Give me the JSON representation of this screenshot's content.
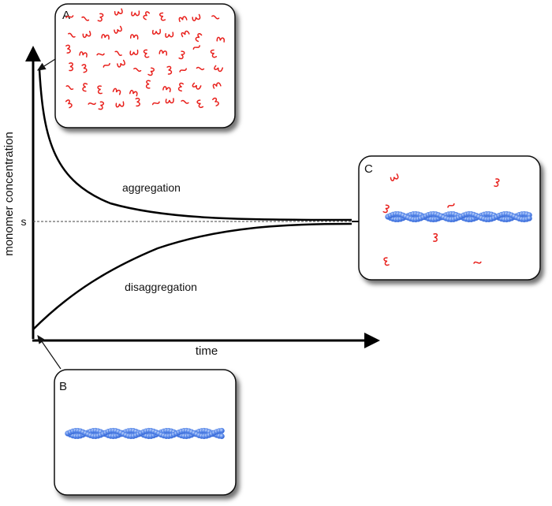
{
  "axes": {
    "y_label": "monomer concentration",
    "x_label": "time",
    "s_label": "s"
  },
  "curves": {
    "aggregation_label": "aggregation",
    "disaggregation_label": "disaggregation"
  },
  "panels": {
    "A": {
      "label": "A",
      "description": "many free monomers",
      "monomer_count": 60
    },
    "B": {
      "label": "B",
      "description": "single fibril, no free monomers",
      "monomer_count": 0
    },
    "C": {
      "label": "C",
      "description": "fibril with few free monomers",
      "monomer_count": 7
    }
  },
  "colors": {
    "monomer": "#e8201c",
    "fibril": "#4a7de6",
    "fibril_highlight": "#9fbdf5",
    "axis": "#000000"
  }
}
